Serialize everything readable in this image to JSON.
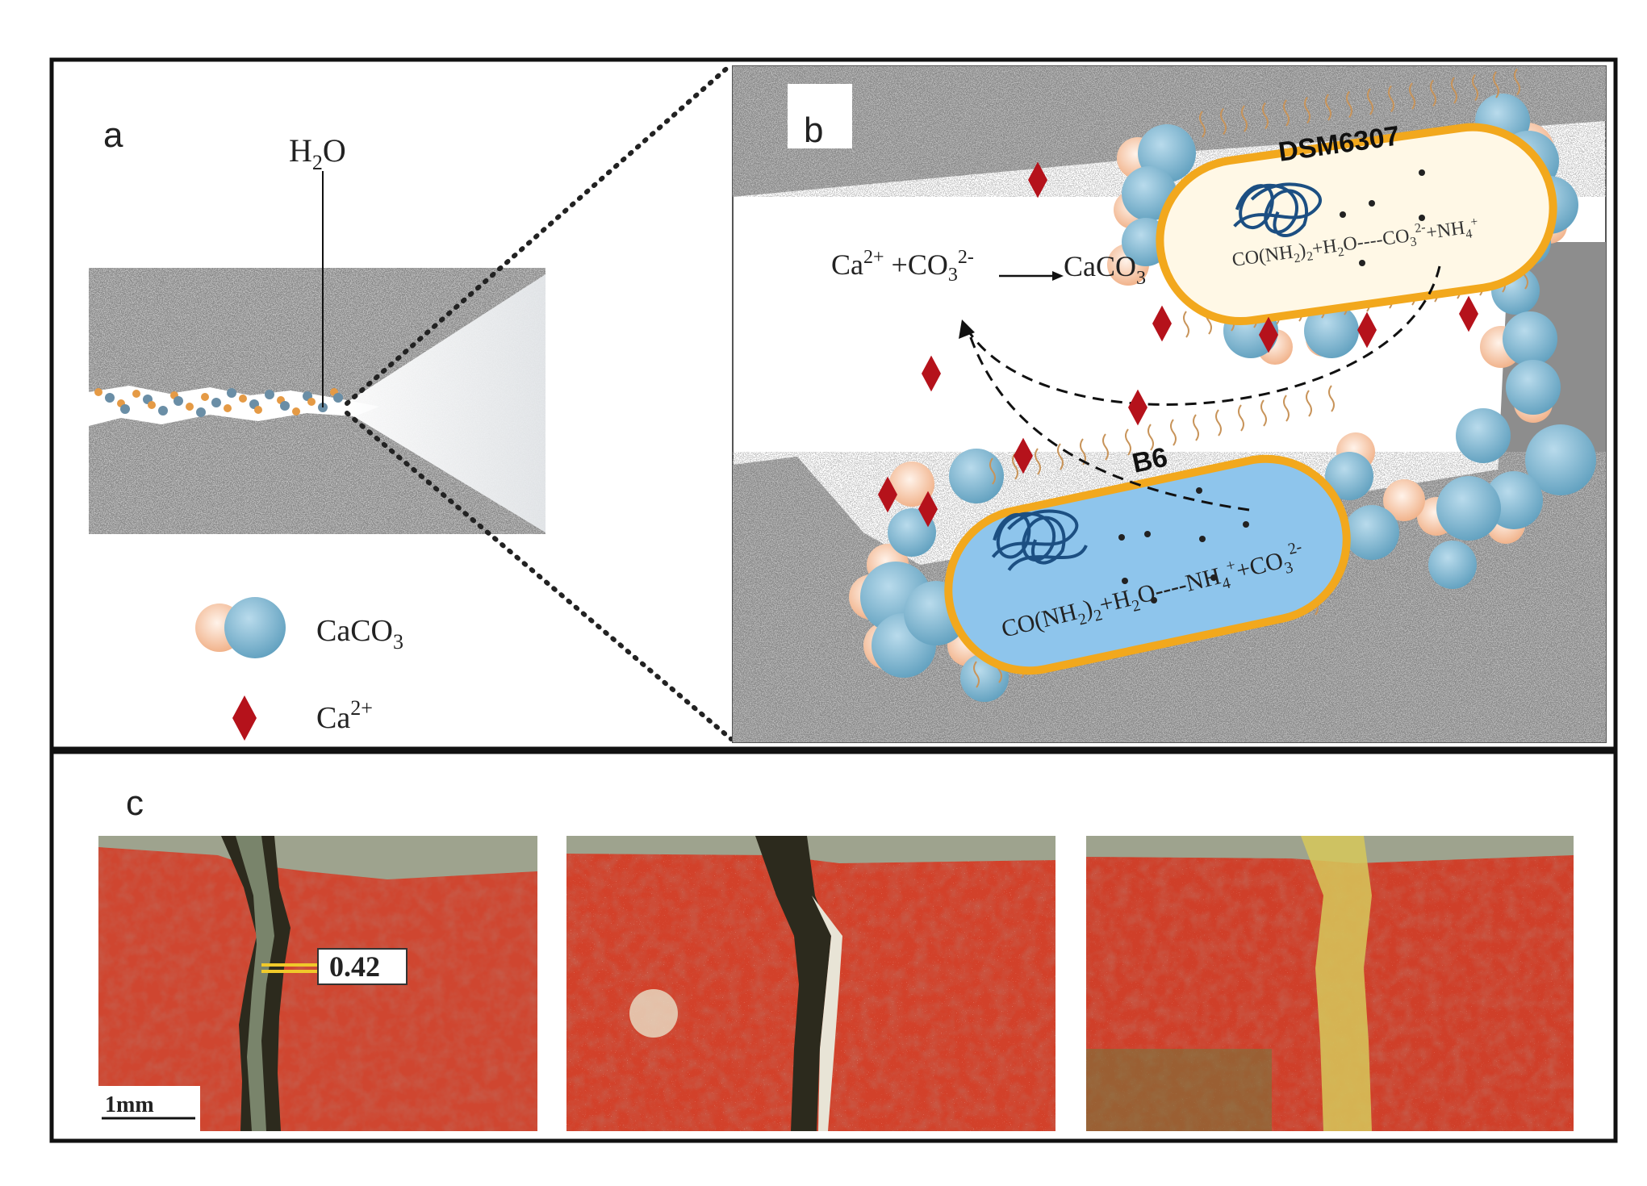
{
  "panels": {
    "a": {
      "label": "a",
      "water_label": "H",
      "water_sub": "2",
      "water_tail": "O",
      "legend": {
        "caco3": {
          "main": "CaCO",
          "sub": "3"
        },
        "ca": {
          "main": "Ca",
          "sup": "2+"
        }
      }
    },
    "b": {
      "label": "b",
      "bacteria_top": {
        "name": "DSM6307",
        "reaction": {
          "p1": "CO(NH",
          "s1": "2",
          "p2": ")",
          "s2": "2",
          "p3": "+H",
          "s3": "2",
          "p4": "O----CO",
          "s4": "3",
          "p5": "",
          "sup5": "2-",
          "p6": "+NH",
          "s6": "4",
          "sup6": "+"
        }
      },
      "bacteria_bottom": {
        "name": "B6",
        "reaction": {
          "p1": "CO(NH",
          "s1": "2",
          "p2": ")",
          "s2": "2",
          "p3": "+H",
          "s3": "2",
          "p4": "O----NH",
          "s4": "4",
          "sup4": "+",
          "p5": "+CO",
          "s5": "3",
          "sup5": "2-"
        }
      },
      "equation": {
        "ca": "Ca",
        "ca_sup": "2+",
        "plus": " +CO",
        "co_sub": "3",
        "co_sup": "2-",
        "product": "CaCO",
        "product_sub": "3"
      }
    },
    "c": {
      "label": "c",
      "crack_width": "0.42",
      "scale_bar": "1mm"
    }
  },
  "colors": {
    "frame": "#111111",
    "calcium_ion": "#b5121b",
    "caco3_blue": "#8fc0d8",
    "caco3_peach": "#f6c9a8",
    "bacteria_top_fill": "#fff8e6",
    "bacteria_bottom_fill": "#8ec5ec",
    "bacteria_membrane": "#f2a81d",
    "dna": "#1c4f82",
    "brick_red": "#d2412a",
    "crack_dark": "#2c2a1d"
  },
  "icons": [
    "calcium-ion-diamond-icon",
    "caco3-particle-icon",
    "bacterium-icon",
    "dna-coil-icon"
  ]
}
